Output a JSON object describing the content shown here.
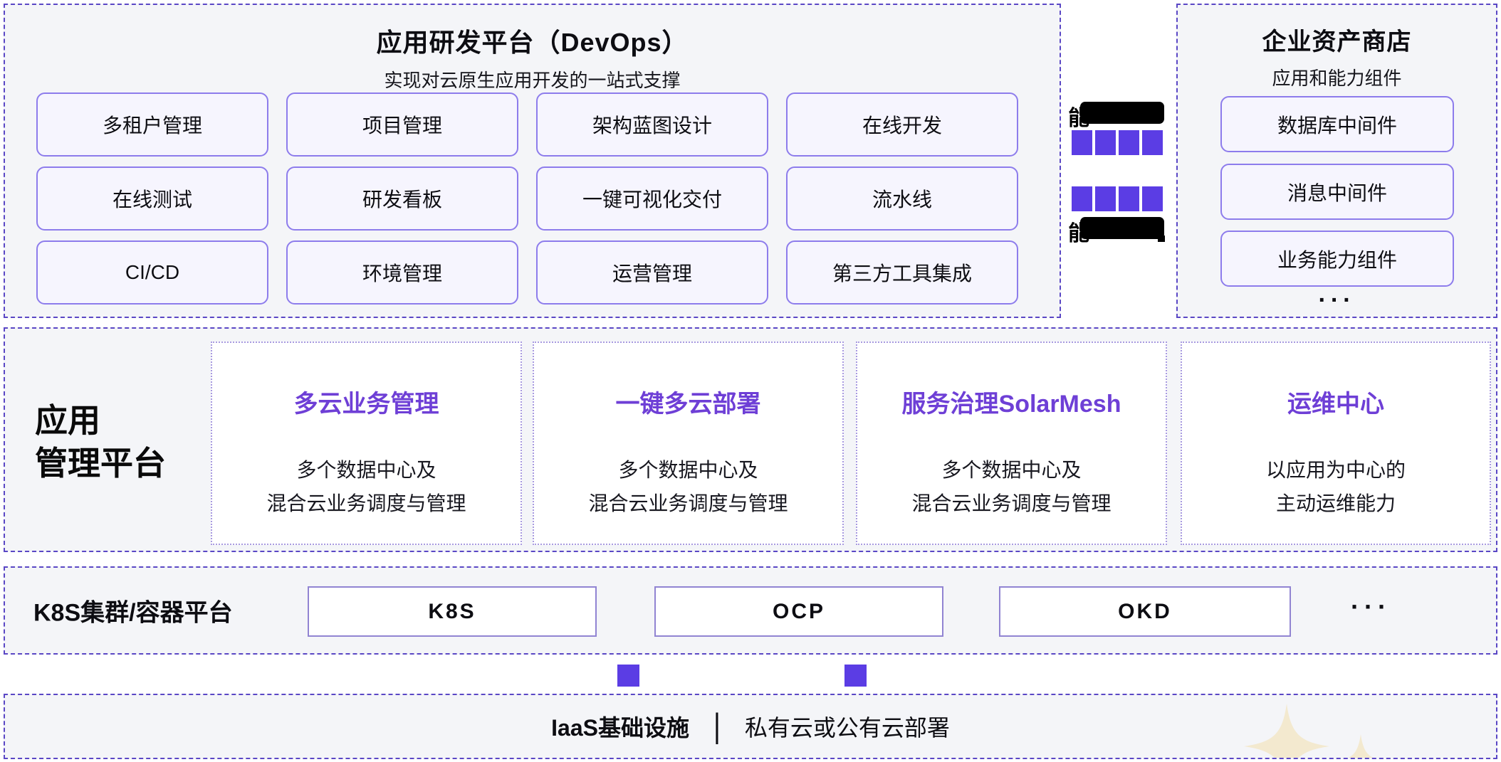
{
  "colors": {
    "accent_purple": "#5b3de4",
    "card_title_purple": "#6e3fd6",
    "dashed_border": "#5a47c5",
    "light_border": "#8d7cec",
    "band_background": "#f4f5f8",
    "sparkle_cream": "#f3e9cf"
  },
  "devops_platform": {
    "title": "应用研发平台（DevOps）",
    "subtitle": "实现对云原生应用开发的一站式支撑",
    "items": [
      "多租户管理",
      "项目管理",
      "架构蓝图设计",
      "在线开发",
      "在线测试",
      "研发看板",
      "一键可视化交付",
      "流水线",
      "CI/CD",
      "环境管理",
      "运营管理",
      "第三方工具集成"
    ]
  },
  "capability_flow": {
    "top_label_visible_text": "能",
    "bottom_label_visible_text": "能"
  },
  "asset_store": {
    "title": "企业资产商店",
    "subtitle": "应用和能力组件",
    "items": [
      "数据库中间件",
      "消息中间件",
      "业务能力组件"
    ],
    "more": "···"
  },
  "app_management": {
    "label_line1": "应用",
    "label_line2": "管理平台",
    "cards": [
      {
        "title": "多云业务管理",
        "desc1": "多个数据中心及",
        "desc2": "混合云业务调度与管理"
      },
      {
        "title": "一键多云部署",
        "desc1": "多个数据中心及",
        "desc2": "混合云业务调度与管理"
      },
      {
        "title": "服务治理SolarMesh",
        "desc1": "多个数据中心及",
        "desc2": "混合云业务调度与管理"
      },
      {
        "title": "运维中心",
        "desc1": "以应用为中心的",
        "desc2": "主动运维能力"
      }
    ]
  },
  "container_platform": {
    "label": "K8S集群/容器平台",
    "items": [
      "K8S",
      "OCP",
      "OKD"
    ],
    "more": "···"
  },
  "iaas": {
    "title": "IaaS基础设施",
    "divider": "|",
    "subtitle": "私有云或公有云部署"
  }
}
